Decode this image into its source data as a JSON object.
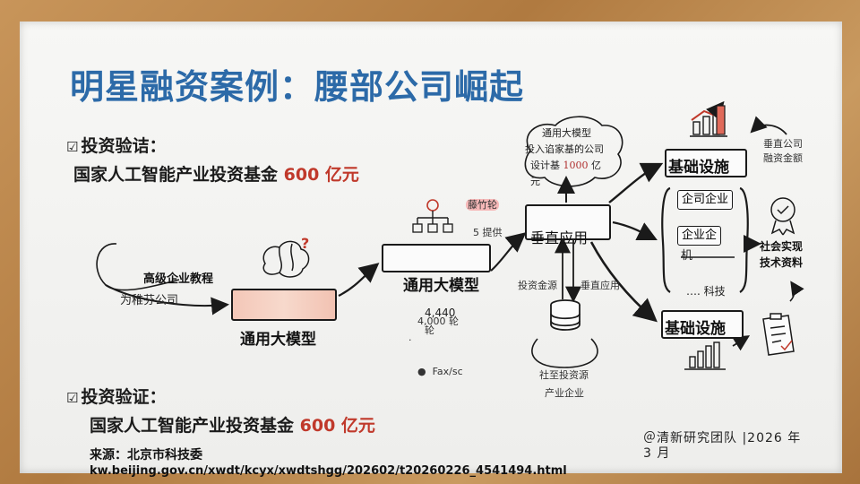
{
  "title": "明星融资案例：腰部公司崛起",
  "section1": {
    "heading": "投资验诘：",
    "fund_prefix": "国家人工智能产业投资基金",
    "fund_amount": "600 亿元"
  },
  "section2": {
    "heading": "投资验证：",
    "fund_prefix": "国家人工智能产业投资基金",
    "fund_amount": "600 亿元"
  },
  "source": {
    "label": "来源：北京市科技委",
    "url": "kw.beijing.gov.cn/xwdt/kcyx/xwdtshgg/202602/t20260226_4541494.html"
  },
  "team": {
    "line1": "＠清新研究团队 |2026 年",
    "line2": "3 月"
  },
  "diagram": {
    "left_note1": "高级企业教程",
    "left_note2": "为稚芬公司",
    "left_box": "通用大模型",
    "middle_box": "通用大模型",
    "middle_num1": "4,440",
    "middle_num2": "4,000 轮",
    "middle_num3": "轮",
    "middle_dot": ".",
    "bullet_item": "Fax/sc",
    "tag_tengzhu": "藤竹轮",
    "tag_five": "5 提供",
    "vertical_box": "垂直应用",
    "cloud_line1": "通用大模型",
    "cloud_line2": "投入谄家基的公司",
    "cloud_line3a": "设计基",
    "cloud_line3b": "1000",
    "cloud_line3c": "亿",
    "cloud_line4": "元",
    "invest_source": "投资金源",
    "vertical_app": "垂直应用",
    "db_label1": "社至投资源",
    "db_label2": "产业企业",
    "infra_top": "基础设施",
    "infra_bottom": "基础设施",
    "list_item1": "企司企业",
    "list_item2a": "企业企",
    "list_item2b": "机",
    "list_more": "…. 科技",
    "right_note1": "垂直公司",
    "right_note2": "融资金额",
    "right_note3": "社会实现",
    "right_note4": "技术资料",
    "question": "?"
  }
}
